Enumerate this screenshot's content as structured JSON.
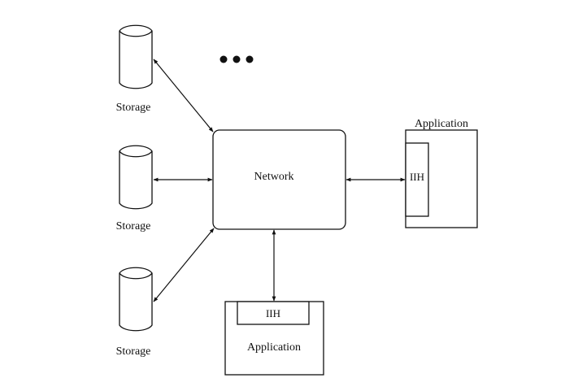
{
  "nodes": {
    "network": {
      "label": "Network"
    },
    "storages": [
      {
        "label": "Storage"
      },
      {
        "label": "Storage"
      },
      {
        "label": "Storage"
      }
    ],
    "application_right": {
      "label": "Application",
      "iih_label": "IIH"
    },
    "application_bottom": {
      "label": "Application",
      "iih_label": "IIH"
    }
  },
  "ellipsis_icon": "three-dots-ellipsis",
  "colors": {
    "stroke": "#111111",
    "background": "#ffffff"
  }
}
